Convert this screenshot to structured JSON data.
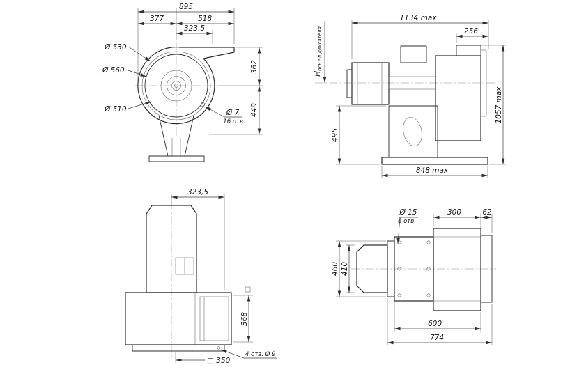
{
  "drawing": {
    "background_color": "#ffffff",
    "line_color": "#2e2e2e",
    "views": {
      "front": {
        "dims": {
          "overall_width": "895",
          "left_span": "377",
          "right_span": "518",
          "outlet_offset": "323,5",
          "height_above_axis": "362",
          "height_below_axis": "449",
          "dia_530": "Ø 530",
          "dia_560": "Ø 560",
          "dia_510": "Ø 510",
          "hole_dia": "Ø 7",
          "hole_count": "16 отв."
        }
      },
      "side": {
        "dims": {
          "overall_length": "1134 max",
          "outlet_depth": "256",
          "overall_height": "1057 max",
          "pedestal_height": "495",
          "axis_symbol": "H",
          "axis_label": "ось эл.двигателя",
          "base_length": "848 max"
        }
      },
      "plan": {
        "dims": {
          "outlet_offset": "323,5",
          "outlet_height": "368",
          "mount_square": "□ 350",
          "mount_holes": "4 отв.  Ø 9"
        }
      },
      "rear": {
        "dims": {
          "flange_hole_dia": "Ø 15",
          "flange_hole_count": "6 отв.",
          "casing_width": "300",
          "flange_width": "62",
          "flange_height": "460",
          "inlet_height": "410",
          "casing_length": "600",
          "overall_length": "774"
        }
      }
    }
  }
}
